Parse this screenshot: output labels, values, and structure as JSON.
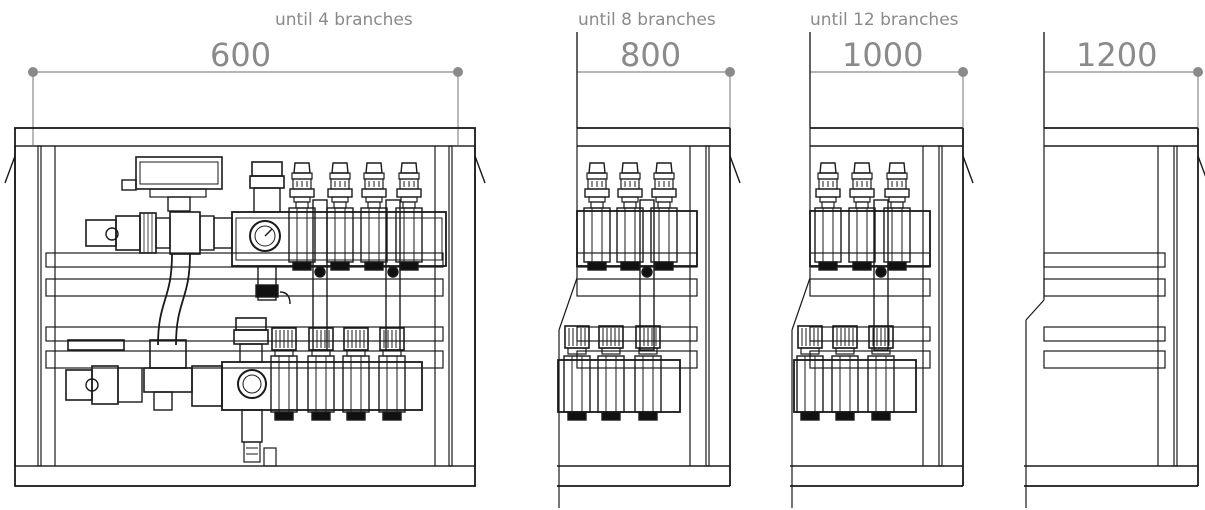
{
  "captions": {
    "w600": "until 4 branches",
    "w800": "until 8 branches",
    "w1000": "until 12 branches"
  },
  "dimensions": {
    "w600": "600",
    "w800": "800",
    "w1000": "1000",
    "w1200": "1200"
  },
  "cabinets": [
    {
      "width": "600",
      "branches_shown": 4
    },
    {
      "width": "800",
      "branches_shown": 3
    },
    {
      "width": "1000",
      "branches_shown": 3
    },
    {
      "width": "1200",
      "branches_shown": 0
    }
  ],
  "colors": {
    "line": "#1a1a1a",
    "dimension": "#8a8a8a",
    "background": "#ffffff"
  }
}
